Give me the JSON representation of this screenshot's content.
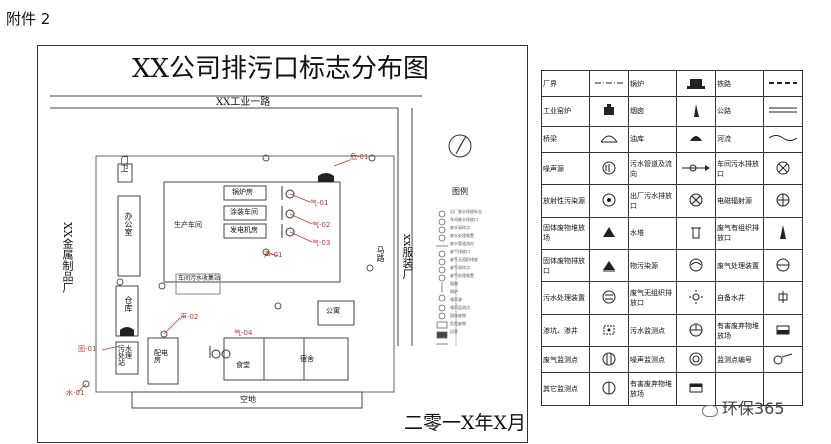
{
  "heading": "附件 2",
  "plan": {
    "title": "XX公司排污口标志分布图",
    "road": "XX工业一路",
    "west_neighbor": "XX金属制品厂",
    "east_neighbor": "xx服装厂",
    "east_road": "马路",
    "date": "二零一X年X月",
    "legend_title": "图例",
    "buildings": {
      "guard": "门卫",
      "office": "办公室",
      "workshop": "生产车间",
      "boiler": "锅炉房",
      "painting": "涂装车间",
      "generator": "发电机房",
      "wastewater_collection": "车间污水收集站",
      "warehouse": "仓库",
      "wastewater_station": "污水处理站",
      "power": "配电房",
      "canteen": "食堂",
      "dorm": "宿舍",
      "apartment": "公寓",
      "open_space": "空地"
    },
    "markers": {
      "hazard": "危-01",
      "gas1": "气-01",
      "gas2": "气-02",
      "gas3": "气-03",
      "gas4": "气-04",
      "noise1": "声-01",
      "noise2": "声-02",
      "solid": "固-01",
      "water": "水-01"
    },
    "legend_items": [
      "出厂废水排放标志",
      "车间废水排放口",
      "废水采样点",
      "废水处理装置",
      "废水管道流向",
      "废气排放口",
      "废气无组织排放",
      "废气采样点",
      "废气处理装置",
      "烟囱",
      "锅炉",
      "噪声源",
      "噪声监测点",
      "固体废物",
      "危险废物",
      "边界"
    ]
  },
  "legend_table": {
    "rows": [
      [
        {
          "label": "厂界",
          "sym": "dashline"
        },
        {
          "label": "锅炉",
          "sym": "boiler"
        },
        {
          "label": "铁路",
          "sym": "rail"
        }
      ],
      [
        {
          "label": "工业窑炉",
          "sym": "kiln"
        },
        {
          "label": "烟囱",
          "sym": "chimney"
        },
        {
          "label": "公路",
          "sym": "road"
        }
      ],
      [
        {
          "label": "桥梁",
          "sym": "bridge"
        },
        {
          "label": "油库",
          "sym": "oiltank"
        },
        {
          "label": "河流",
          "sym": "river"
        }
      ],
      [
        {
          "label": "噪声源",
          "sym": "noise"
        },
        {
          "label": "污水管道及流向",
          "sym": "pipe"
        },
        {
          "label": "车间污水排放口",
          "sym": "xcircle"
        }
      ],
      [
        {
          "label": "放射性污染源",
          "sym": "radiation"
        },
        {
          "label": "出厂污水排放口",
          "sym": "xcircle2"
        },
        {
          "label": "电磁辐射源",
          "sym": "emr"
        }
      ],
      [
        {
          "label": "固体废物堆放场",
          "sym": "solid"
        },
        {
          "label": "水塔",
          "sym": "tower"
        },
        {
          "label": "废气有组织排放口",
          "sym": "stack"
        }
      ],
      [
        {
          "label": "固体废物排放口",
          "sym": "solidout"
        },
        {
          "label": "物污染源",
          "sym": "bio"
        },
        {
          "label": "废气处理装置",
          "sym": "gasdev"
        }
      ],
      [
        {
          "label": "污水处理装置",
          "sym": "wwdev"
        },
        {
          "label": "废气无组织排放口",
          "sym": "sun"
        },
        {
          "label": "自备水井",
          "sym": "well"
        }
      ],
      [
        {
          "label": "渗坑、渗井",
          "sym": "seep"
        },
        {
          "label": "污水监测点",
          "sym": "wmon"
        },
        {
          "label": "有害废弃物堆放场",
          "sym": "hazard"
        }
      ],
      [
        {
          "label": "废气监测点",
          "sym": "gmon"
        },
        {
          "label": "噪声监测点",
          "sym": "nmon"
        },
        {
          "label": "监测点编号",
          "sym": "monid"
        }
      ],
      [
        {
          "label": "其它监测点",
          "sym": "omon"
        },
        {
          "label": "有害废弃物堆放场",
          "sym": "hazard2"
        },
        {
          "label": "",
          "sym": "blank"
        }
      ]
    ]
  },
  "watermark": "环保365"
}
